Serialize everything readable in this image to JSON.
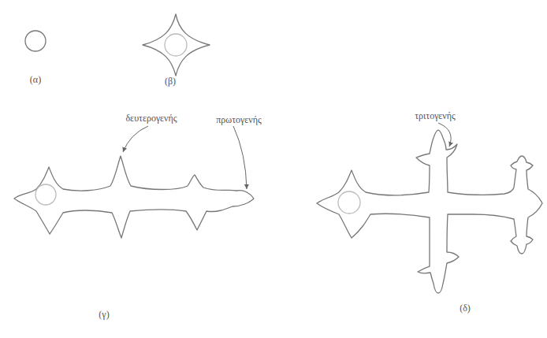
{
  "diagram": {
    "labels": [
      "(α)",
      "(β)",
      "δευτερογενής",
      "πρωτογενής",
      "(γ)",
      "τριτογενής",
      "(δ)"
    ]
  }
}
